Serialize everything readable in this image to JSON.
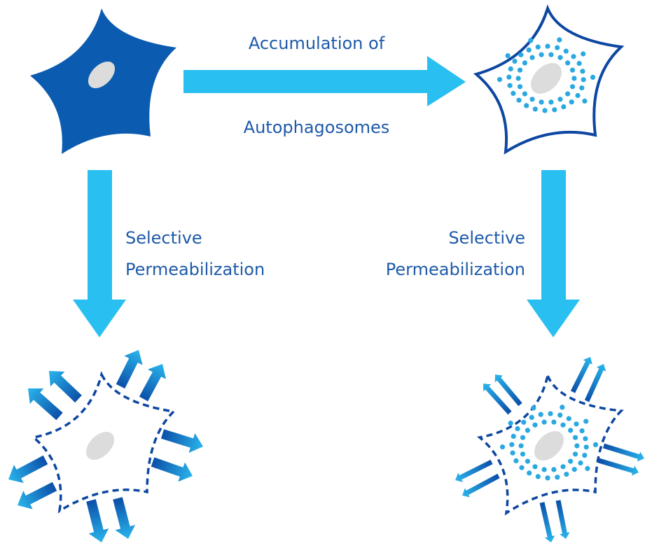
{
  "diagram": {
    "title": "",
    "colors": {
      "cell_fill": "#0b5cb0",
      "cell_outline": "#0d47a1",
      "nucleus": "#dcdcdc",
      "autophagosome_dot": "#2aa8e0",
      "process_arrow": "#29bff0",
      "release_arrow_dark": "#0b4fa8",
      "release_arrow_light": "#2ab5ec",
      "text": "#1e5aa8"
    },
    "cells": [
      {
        "id": "normal-cell",
        "state": "intact",
        "autophagosomes": false
      },
      {
        "id": "autophagosome-cell",
        "state": "intact",
        "autophagosomes": true
      },
      {
        "id": "permeabilized-normal-cell",
        "state": "permeabilized",
        "autophagosomes": false
      },
      {
        "id": "permeabilized-autophagosome-cell",
        "state": "permeabilized",
        "autophagosomes": true
      }
    ],
    "arrows": {
      "horizontal": {
        "from": "normal-cell",
        "to": "autophagosome-cell",
        "label_line1": "Accumulation of",
        "label_line2": "Autophagosomes"
      },
      "left_vertical": {
        "from": "normal-cell",
        "to": "permeabilized-normal-cell",
        "label_line1": "Selective",
        "label_line2": "Permeabilization"
      },
      "right_vertical": {
        "from": "autophagosome-cell",
        "to": "permeabilized-autophagosome-cell",
        "label_line1": "Selective",
        "label_line2": "Permeabilization"
      }
    }
  }
}
